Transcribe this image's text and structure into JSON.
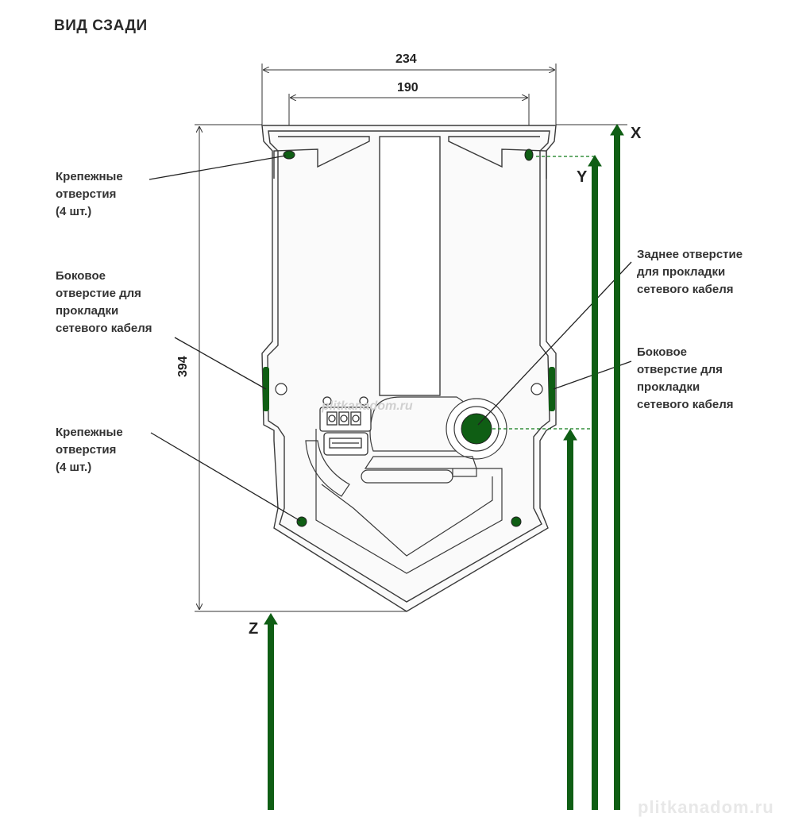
{
  "title": "ВИД СЗАДИ",
  "dimensions": {
    "outer_width": "234",
    "inner_width": "190",
    "height": "394"
  },
  "axes": {
    "x": "X",
    "y": "Y",
    "z": "Z"
  },
  "labels": {
    "mounting_top": "Крепежные\nотверстия\n(4 шт.)",
    "side_left": "Боковое\nотверстие для\nпрокладки\nсетевого кабеля",
    "mounting_bottom": "Крепежные\nотверстия\n(4 шт.)",
    "rear_hole": "Заднее отверстие\nдля прокладки\nсетевого кабеля",
    "side_right": "Боковое\nотверстие для\nпрокладки\nсетевого кабеля"
  },
  "watermark": "plitkanadom.ru",
  "watermark_center": "plitkanadom.ru",
  "colors": {
    "accent": "#0f5e14",
    "line": "#333333"
  }
}
